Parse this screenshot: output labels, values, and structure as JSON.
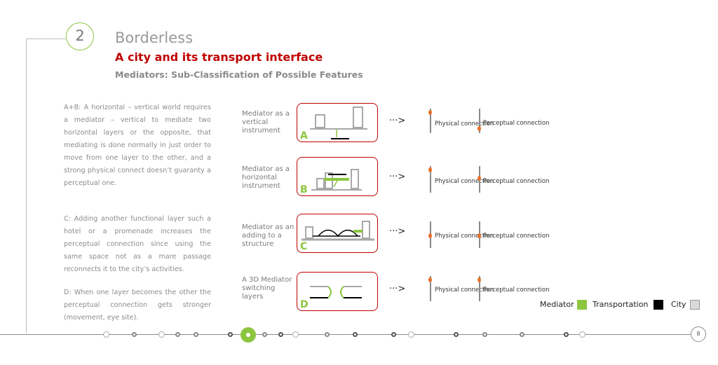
{
  "header": {
    "number": "2",
    "title": "Borderless",
    "subtitle": "A city and its transport interface",
    "section": "Mediators: Sub-Classification of Possible Features"
  },
  "body_text": {
    "p1": "A+B: A horizontal – vertical world requires a mediator – vertical to mediate two horizontal layers or the opposite, that mediating is done normally in just order to move from one layer to the other, and a strong physical connect doesn’t guaranty a perceptual one.",
    "p2": "C: Adding another functional layer such a hotel or a promenade increases the perceptual connection since using the same space not as a mare passage reconnects it to the city’s activities.",
    "p3": "D: When one layer becomes the other the perceptual connection gets stronger (movement, eye site)."
  },
  "mediators": [
    {
      "label": "Mediator as a vertical instrument",
      "letter": "A",
      "physical": "Physical connection",
      "perceptual": "Perceptual connection"
    },
    {
      "label": "Mediator as a horizontal instrument",
      "letter": "B",
      "physical": "Physical connection",
      "perceptual": "Perceptual connection"
    },
    {
      "label": "Mediator as an adding to a structure",
      "letter": "C",
      "physical": "Physical connection",
      "perceptual": "Perceptual connection"
    },
    {
      "label": "A 3D Mediator switching layers",
      "letter": "D",
      "physical": "Physical connection",
      "perceptual": "Perceptual connection"
    }
  ],
  "arrow": "···>",
  "legend": {
    "mediator": "Mediator",
    "transportation": "Transportation",
    "city": "City",
    "colors": {
      "mediator": "#8cc63f",
      "transportation": "#000000",
      "city": "#d9d9d9"
    }
  },
  "colors": {
    "accent": "#8cc63f",
    "red": "#c00000",
    "dot": "#e8702a"
  },
  "page_number": "8"
}
